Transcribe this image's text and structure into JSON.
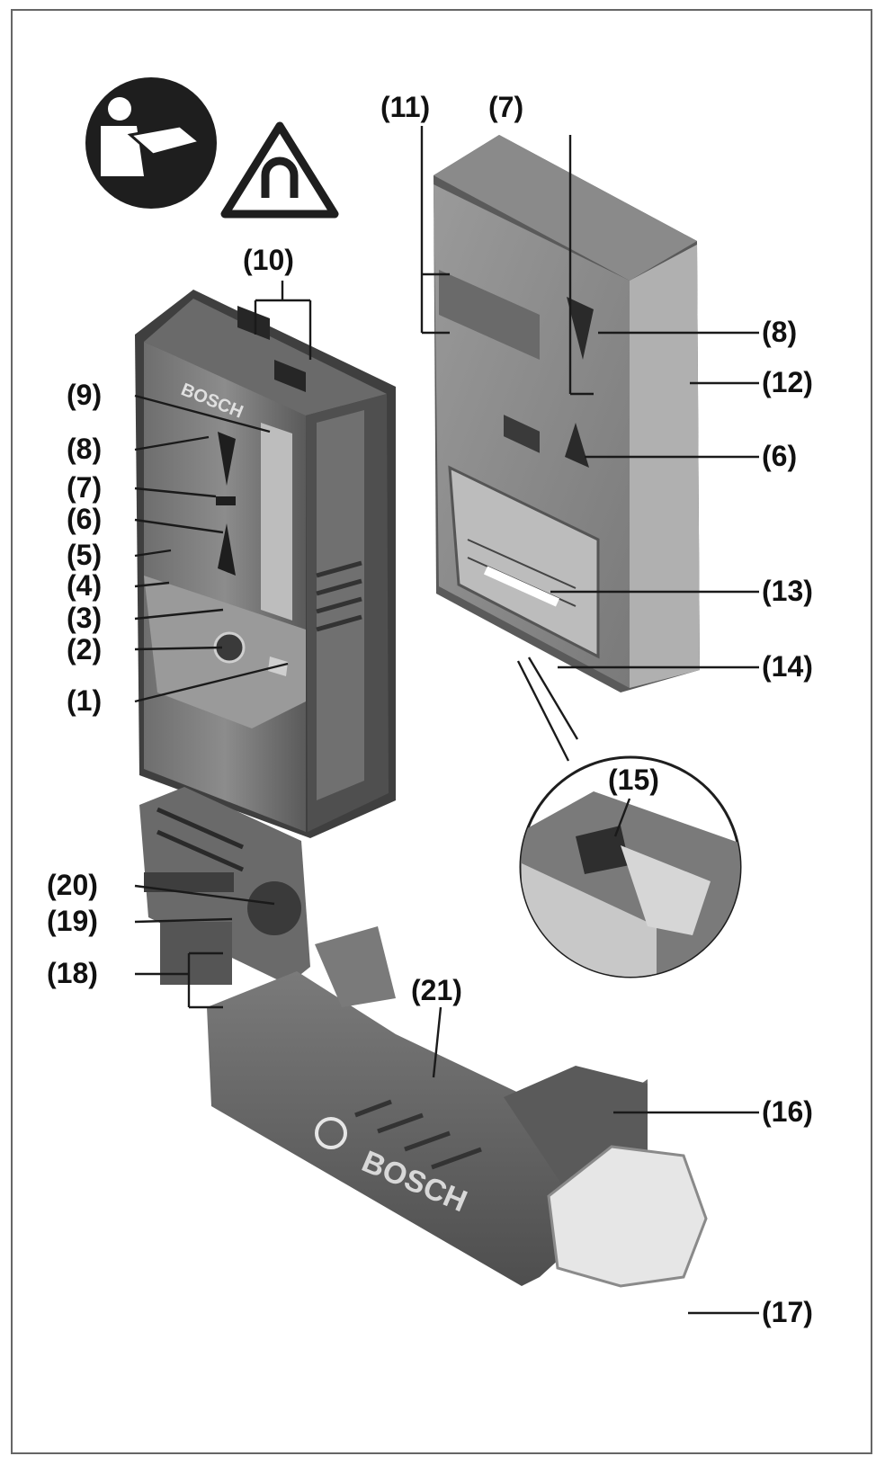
{
  "brand": "BOSCH",
  "callouts": {
    "c1": "(1)",
    "c2": "(2)",
    "c3": "(3)",
    "c4": "(4)",
    "c5": "(5)",
    "c6": "(6)",
    "c7": "(7)",
    "c8": "(8)",
    "c9": "(9)",
    "c10": "(10)",
    "c11": "(11)",
    "c7b": "(7)",
    "c8b": "(8)",
    "c12": "(12)",
    "c6b": "(6)",
    "c13": "(13)",
    "c14": "(14)",
    "c15": "(15)",
    "c16": "(16)",
    "c17": "(17)",
    "c18": "(18)",
    "c19": "(19)",
    "c20": "(20)",
    "c21": "(21)"
  },
  "icons": [
    "read-manual-icon",
    "magnet-warning-icon"
  ],
  "colors": {
    "body_dark": "#5c5c5c",
    "body_mid": "#8a8a8a",
    "body_light": "#c4c4c4",
    "knob": "#e6e6e6"
  }
}
